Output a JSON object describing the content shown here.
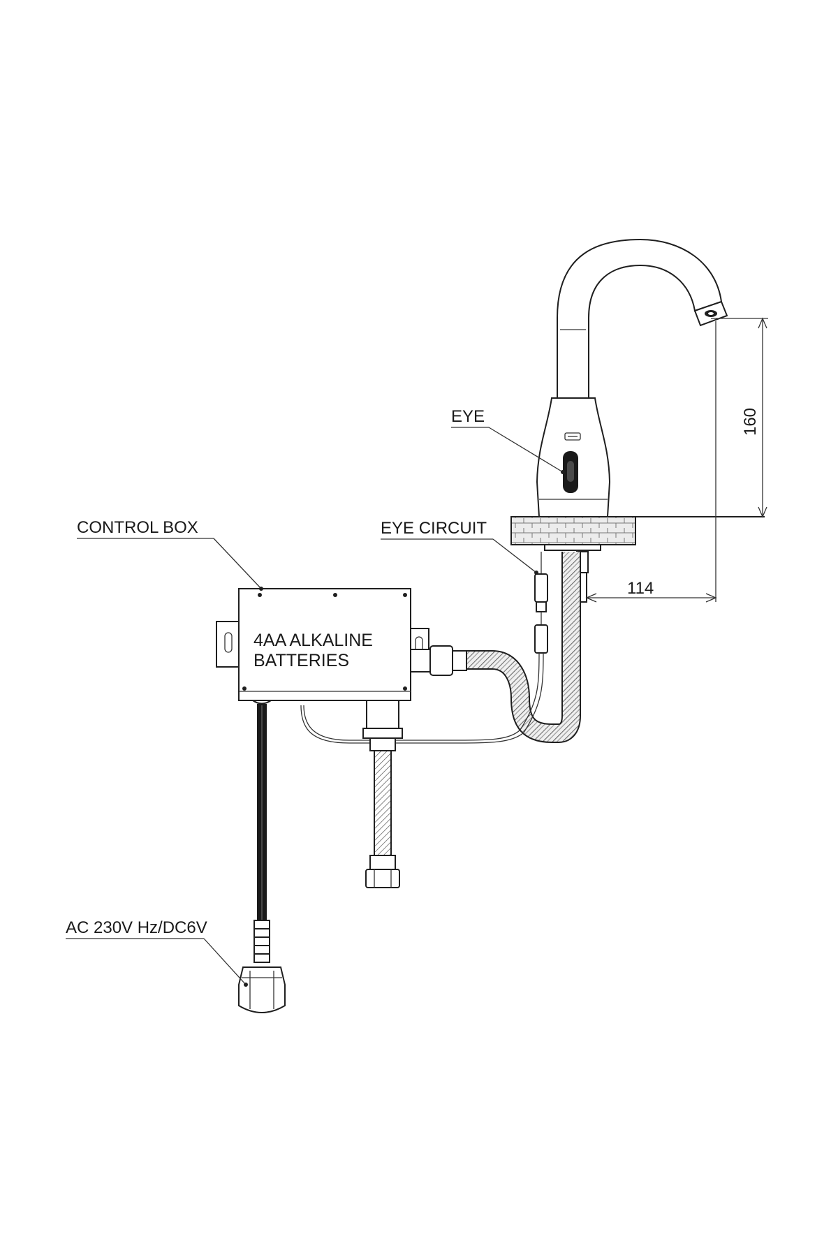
{
  "labels": {
    "eye": "EYE",
    "eye_circuit": "EYE CIRCUIT",
    "control_box": "CONTROL BOX",
    "batteries_line1": "4AA ALKALINE",
    "batteries_line2": "BATTERIES",
    "power": "AC 230V Hz/DC6V"
  },
  "dimensions": {
    "height": "160",
    "reach": "114"
  }
}
